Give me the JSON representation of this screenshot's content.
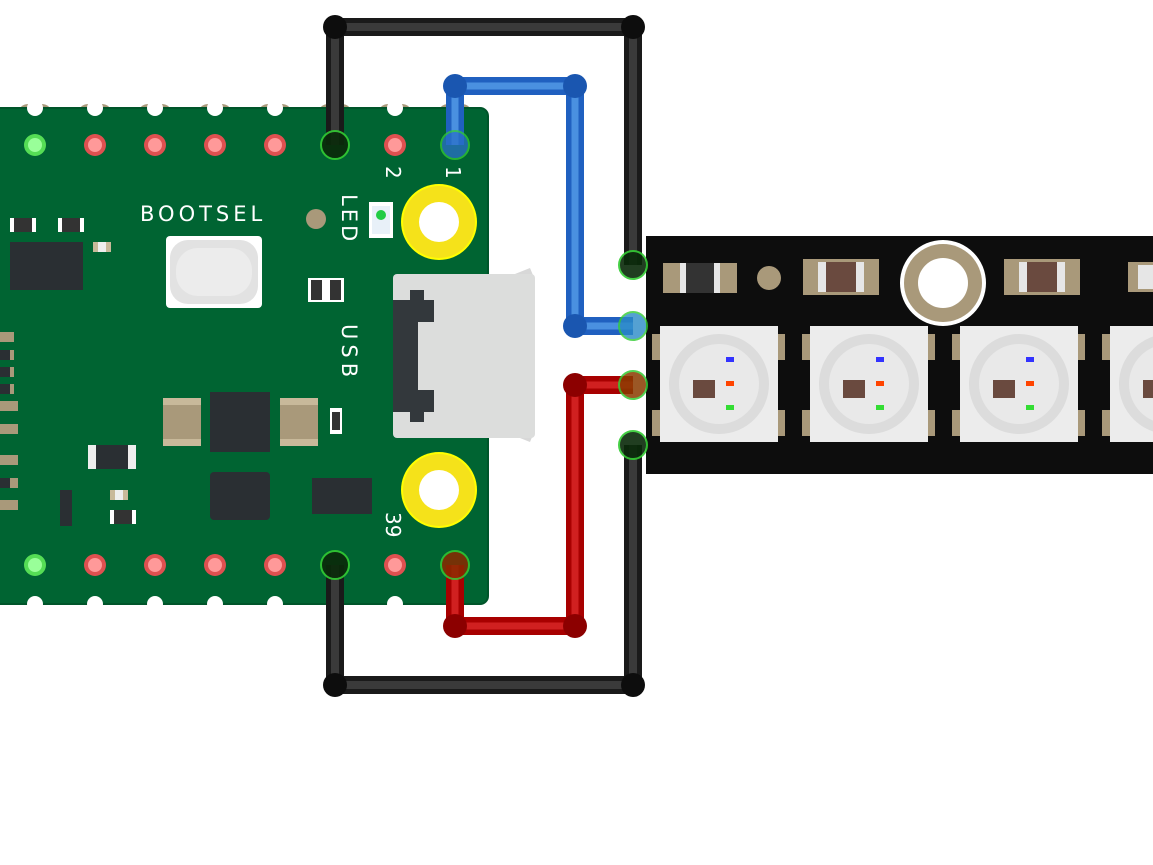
{
  "board": {
    "bootsel_label": "BOOTSEL",
    "led_label": "LED",
    "usb_label": "USB",
    "pin_labels": [
      "2",
      "1",
      "39"
    ],
    "color": "#006432"
  },
  "wires": [
    {
      "name": "ground-wire-top",
      "color": "#111111"
    },
    {
      "name": "data-wire",
      "color": "#2266c8"
    },
    {
      "name": "power-wire",
      "color": "#b40000"
    },
    {
      "name": "ground-wire-bottom",
      "color": "#111111"
    }
  ],
  "led_strip": {
    "color": "#0d0d0d",
    "led_count_visible": 4
  }
}
